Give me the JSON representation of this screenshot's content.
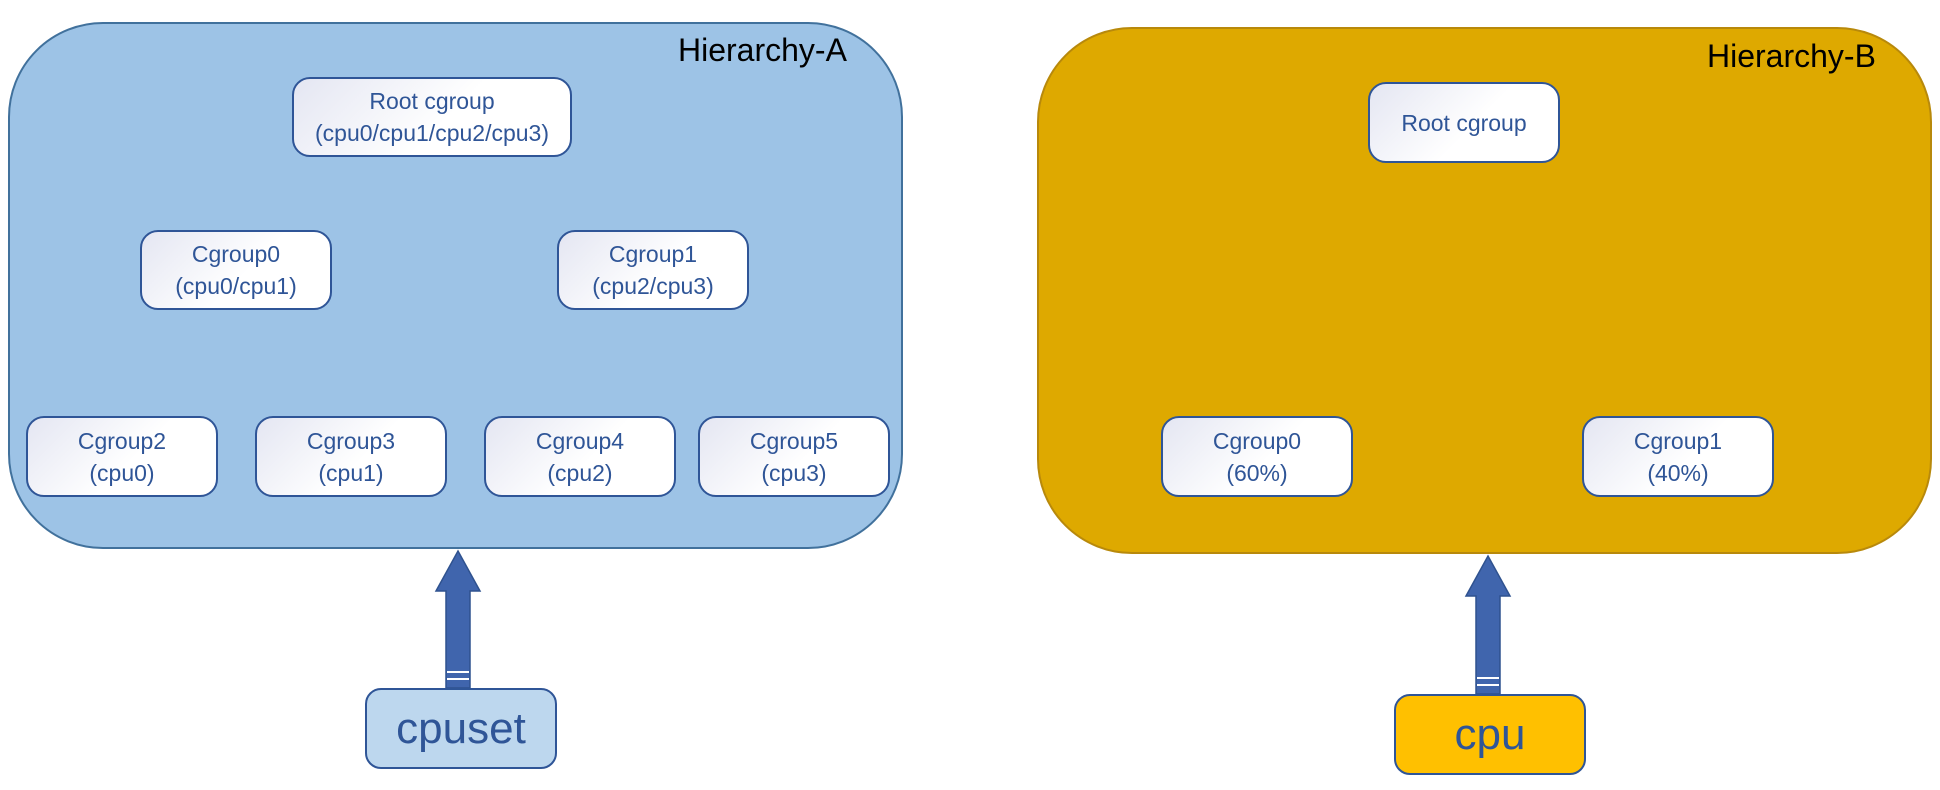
{
  "hierarchies": [
    {
      "title": "Hierarchy-A",
      "root": {
        "line1": "Root cgroup",
        "line2": "(cpu0/cpu1/cpu2/cpu3)"
      },
      "level1": [
        {
          "line1": "Cgroup0",
          "line2": "(cpu0/cpu1)"
        },
        {
          "line1": "Cgroup1",
          "line2": "(cpu2/cpu3)"
        }
      ],
      "level2": [
        {
          "line1": "Cgroup2",
          "line2": "(cpu0)"
        },
        {
          "line1": "Cgroup3",
          "line2": "(cpu1)"
        },
        {
          "line1": "Cgroup4",
          "line2": "(cpu2)"
        },
        {
          "line1": "Cgroup5",
          "line2": "(cpu3)"
        }
      ],
      "subsystem": "cpuset",
      "color": "#9dc3e6",
      "subsystem_color": "#bdd7ee"
    },
    {
      "title": "Hierarchy-B",
      "root": {
        "line1": "Root cgroup"
      },
      "level1": [
        {
          "line1": "Cgroup0",
          "line2": "(60%)"
        },
        {
          "line1": "Cgroup1",
          "line2": "(40%)"
        }
      ],
      "subsystem": "cpu",
      "color": "#dea900",
      "subsystem_color": "#ffc000"
    }
  ],
  "colors": {
    "text": "#2f5597",
    "edge": "#4472c4",
    "big_arrow": "#4065ad"
  }
}
